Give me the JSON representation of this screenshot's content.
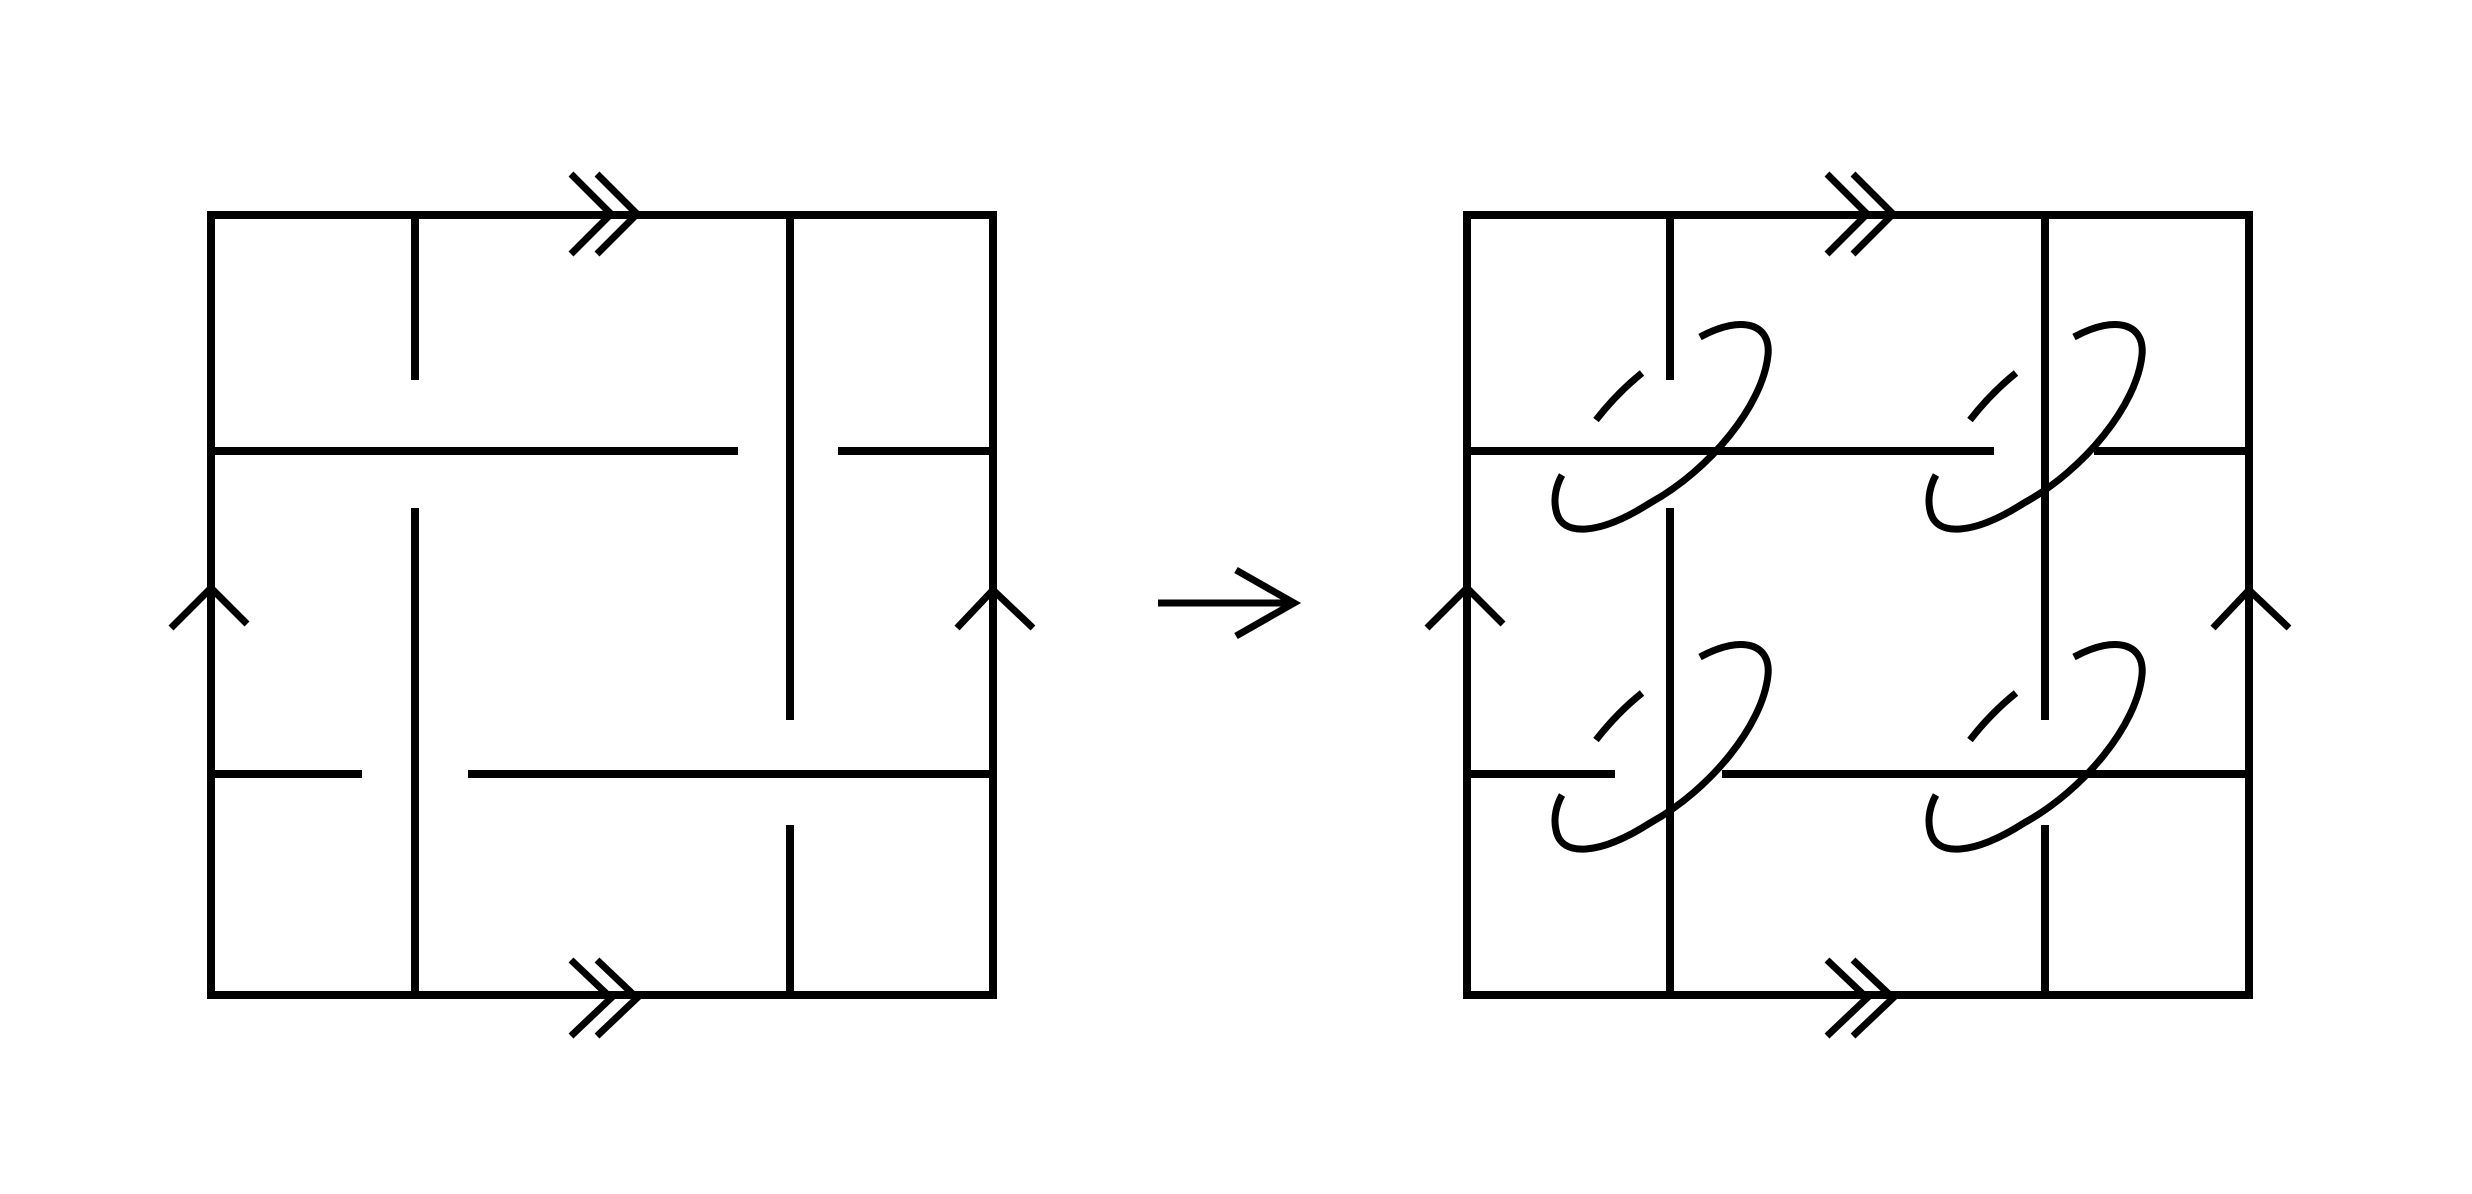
{
  "figure": {
    "panels": [
      {
        "id": "maze-square",
        "boundary_identification": {
          "top_bottom_edges": "double-chevron",
          "left_right_edges": "single-chevron"
        }
      },
      {
        "id": "surgered-square",
        "boundary_identification": {
          "top_bottom_edges": "double-chevron",
          "left_right_edges": "single-chevron"
        },
        "clasp_count": 4
      }
    ],
    "connector": "right-arrow"
  },
  "colors": {
    "ink": "#000000",
    "background": "#ffffff"
  },
  "icons": {
    "edge_double": "double-chevron-icon",
    "edge_single": "chevron-icon",
    "connector": "right-arrow-icon"
  }
}
